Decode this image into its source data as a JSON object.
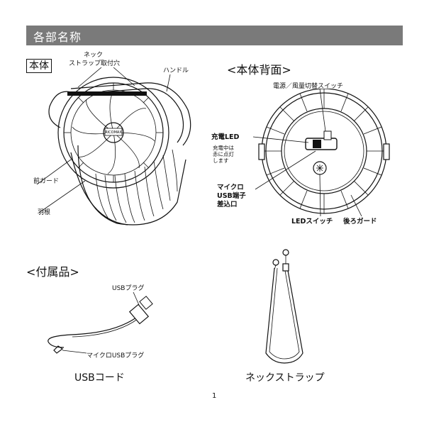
{
  "header": {
    "title": "各部名称"
  },
  "main_unit": {
    "box_label": "本体",
    "labels": {
      "neck_strap_line1": "ネック",
      "neck_strap_line2": "ストラップ取付穴",
      "handle": "ハンドル",
      "front_guard": "前ガード",
      "blade": "羽根"
    },
    "fan_brand": "RICOMAX"
  },
  "back": {
    "title": "<本体背面>",
    "labels": {
      "power_switch": "電源／風量切替スイッチ",
      "charge_led": "充電LED",
      "charge_note_1": "充電中は",
      "charge_note_2": "赤に点灯",
      "charge_note_3": "します",
      "micro_usb_1": "マイクロ",
      "micro_usb_2": "USB端子",
      "micro_usb_3": "差込口",
      "led_switch": "LEDスイッチ",
      "rear_guard": "後ろガード"
    }
  },
  "accessories": {
    "title": "<付属品>",
    "usb_plug": "USBプラグ",
    "micro_usb_plug": "マイクロUSBプラグ",
    "usb_cord": "USBコード",
    "neck_strap": "ネックストラップ"
  },
  "page_number": "1"
}
